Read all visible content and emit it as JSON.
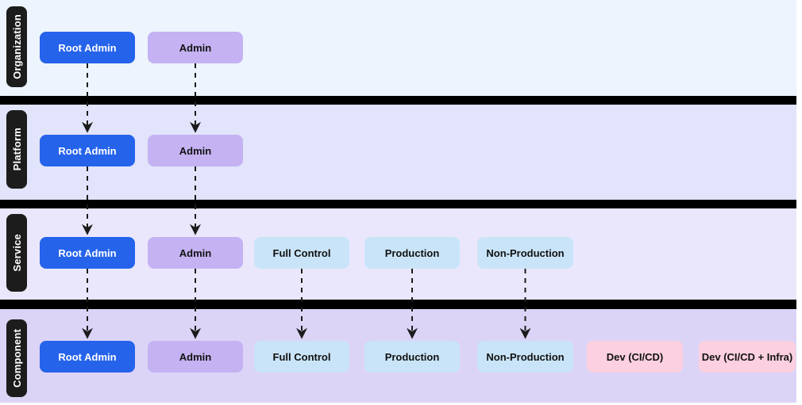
{
  "colors": {
    "canvas_bg": "#ffffff",
    "divider": "#000000",
    "label_bg": "#1c1c1c",
    "label_text": "#ffffff",
    "arrow": "#1b1b1b",
    "band_backgrounds": [
      "#edf4fd",
      "#e1e4fb",
      "#eae7fc",
      "#dcd4f7"
    ],
    "badge_styles": {
      "blue": {
        "bg": "#2563eb",
        "text": "#ffffff"
      },
      "purple": {
        "bg": "#c4b2f2",
        "text": "#111111"
      },
      "lightblue": {
        "bg": "#c9e4f8",
        "text": "#111111"
      },
      "pink": {
        "bg": "#fcd0e0",
        "text": "#111111"
      }
    }
  },
  "rows": [
    {
      "label": "Organization",
      "badges": [
        {
          "text": "Root Admin",
          "style": "blue"
        },
        {
          "text": "Admin",
          "style": "purple"
        }
      ]
    },
    {
      "label": "Platform",
      "badges": [
        {
          "text": "Root Admin",
          "style": "blue"
        },
        {
          "text": "Admin",
          "style": "purple"
        }
      ]
    },
    {
      "label": "Service",
      "badges": [
        {
          "text": "Root Admin",
          "style": "blue"
        },
        {
          "text": "Admin",
          "style": "purple"
        },
        {
          "text": "Full Control",
          "style": "lightblue"
        },
        {
          "text": "Production",
          "style": "lightblue"
        },
        {
          "text": "Non-Production",
          "style": "lightblue"
        }
      ]
    },
    {
      "label": "Component",
      "badges": [
        {
          "text": "Root Admin",
          "style": "blue"
        },
        {
          "text": "Admin",
          "style": "purple"
        },
        {
          "text": "Full Control",
          "style": "lightblue"
        },
        {
          "text": "Production",
          "style": "lightblue"
        },
        {
          "text": "Non-Production",
          "style": "lightblue"
        },
        {
          "text": "Dev (CI/CD)",
          "style": "pink"
        },
        {
          "text": "Dev (CI/CD + Infra)",
          "style": "pink"
        }
      ]
    }
  ],
  "connections": [
    {
      "from_row": 0,
      "to_row": 1,
      "col": 0
    },
    {
      "from_row": 0,
      "to_row": 1,
      "col": 1
    },
    {
      "from_row": 1,
      "to_row": 2,
      "col": 0
    },
    {
      "from_row": 1,
      "to_row": 2,
      "col": 1
    },
    {
      "from_row": 2,
      "to_row": 3,
      "col": 0
    },
    {
      "from_row": 2,
      "to_row": 3,
      "col": 1
    },
    {
      "from_row": 2,
      "to_row": 3,
      "col": 2
    },
    {
      "from_row": 2,
      "to_row": 3,
      "col": 3
    },
    {
      "from_row": 2,
      "to_row": 3,
      "col": 4
    }
  ]
}
